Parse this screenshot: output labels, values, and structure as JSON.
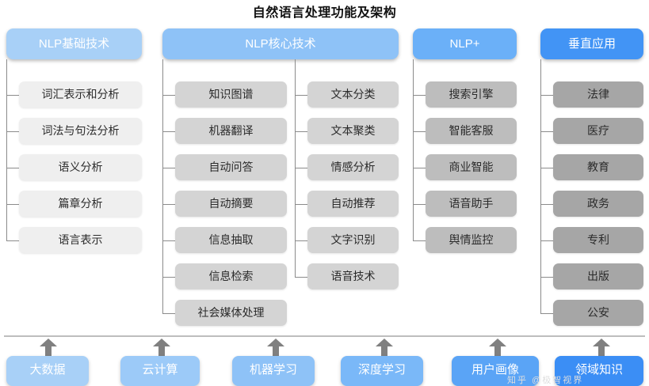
{
  "title": "自然语言处理功能及架构",
  "watermark": "知乎 @极智视界",
  "palette": {
    "header_1": "#a8d0f7",
    "header_2": "#8ec2f7",
    "header_3": "#6bb0f8",
    "header_4": "#4294f5",
    "item_tone_light": "#efefef",
    "item_tone_mid": "#d4d4d4",
    "item_tone_dark": "#a6a6a6",
    "connector": "#8b8b8b",
    "arrow": "#808080",
    "baseline": "#bdbdbd"
  },
  "columns": [
    {
      "header": "NLP基础技术",
      "header_color": "#a8d0f7",
      "groups": [
        {
          "items": [
            "词汇表示和分析",
            "词法与句法分析",
            "语义分析",
            "篇章分析",
            "语言表示"
          ]
        }
      ]
    },
    {
      "header": "NLP核心技术",
      "header_color": "#8ec2f7",
      "groups": [
        {
          "items": [
            "知识图谱",
            "机器翻译",
            "自动问答",
            "自动摘要",
            "信息抽取",
            "信息检索",
            "社会媒体处理"
          ]
        },
        {
          "items": [
            "文本分类",
            "文本聚类",
            "情感分析",
            "自动推荐",
            "文字识别",
            "语音技术"
          ]
        }
      ]
    },
    {
      "header": "NLP+",
      "header_color": "#6bb0f8",
      "groups": [
        {
          "items": [
            "搜索引擎",
            "智能客服",
            "商业智能",
            "语音助手",
            "舆情监控"
          ]
        }
      ]
    },
    {
      "header": "垂直应用",
      "header_color": "#4294f5",
      "groups": [
        {
          "items": [
            "法律",
            "医疗",
            "教育",
            "政务",
            "专利",
            "出版",
            "公安"
          ]
        }
      ]
    }
  ],
  "foundation": {
    "boxes": [
      {
        "label": "大数据",
        "color": "#a8d0f7"
      },
      {
        "label": "云计算",
        "color": "#9ccaf8"
      },
      {
        "label": "机器学习",
        "color": "#8ec2f7"
      },
      {
        "label": "深度学习",
        "color": "#7ab8f8"
      },
      {
        "label": "用户画像",
        "color": "#5aa4f6"
      },
      {
        "label": "领域知识",
        "color": "#3b8ef5"
      }
    ]
  }
}
